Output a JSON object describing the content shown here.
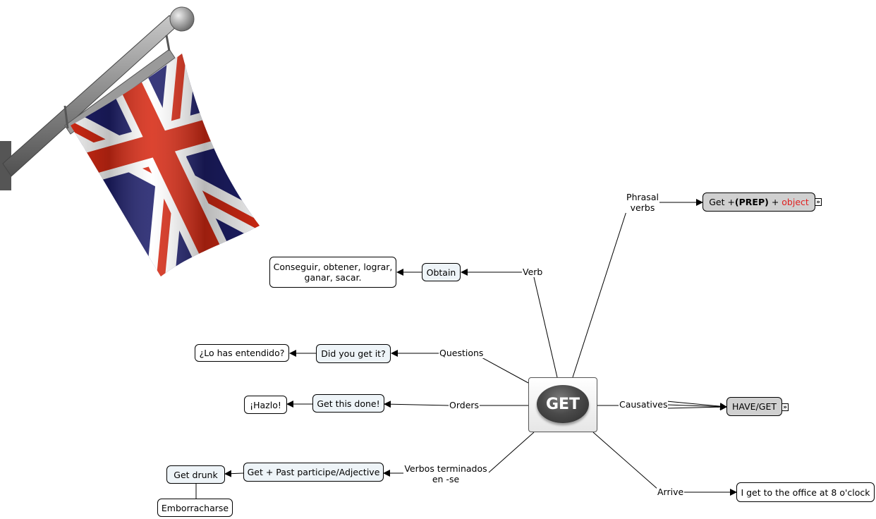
{
  "center": {
    "text": "GET"
  },
  "nodes": {
    "obtain": "Obtain",
    "obtain_translation": "Conseguir, obtener, lograr, ganar, sacar.",
    "did_you_get_it": "Did you get it?",
    "lo_has_entendido": "¿Lo has entendido?",
    "get_this_done": "Get this done!",
    "hazlo": "¡Hazlo!",
    "get_past_participle": "Get + Past participe/Adjective",
    "get_drunk": "Get drunk",
    "emborracharse": "Emborracharse",
    "phrasal_get": {
      "a": "Get + ",
      "b": "(PREP)",
      "c": " + ",
      "d": "object"
    },
    "have_get": "HAVE/GET",
    "office": "I get to the office at 8 o'clock"
  },
  "links": {
    "verb": "Verb",
    "questions": "Questions",
    "orders": "Orders",
    "verbos_terminados": "Verbos terminados en -se",
    "phrasal_verbs": "Phrasal verbs",
    "causatives": "Causatives",
    "arrive": "Arrive"
  },
  "expand_glyph": "»",
  "colors": {
    "accent_red": "#e02020",
    "flag_red": "#d72a14",
    "flag_blue": "#1e1f6b",
    "node_grey": "#d0d0d0",
    "node_blue": "#eef4f8"
  },
  "icons": [
    "uk-flag-icon",
    "get-logo-icon",
    "expand-icon"
  ]
}
